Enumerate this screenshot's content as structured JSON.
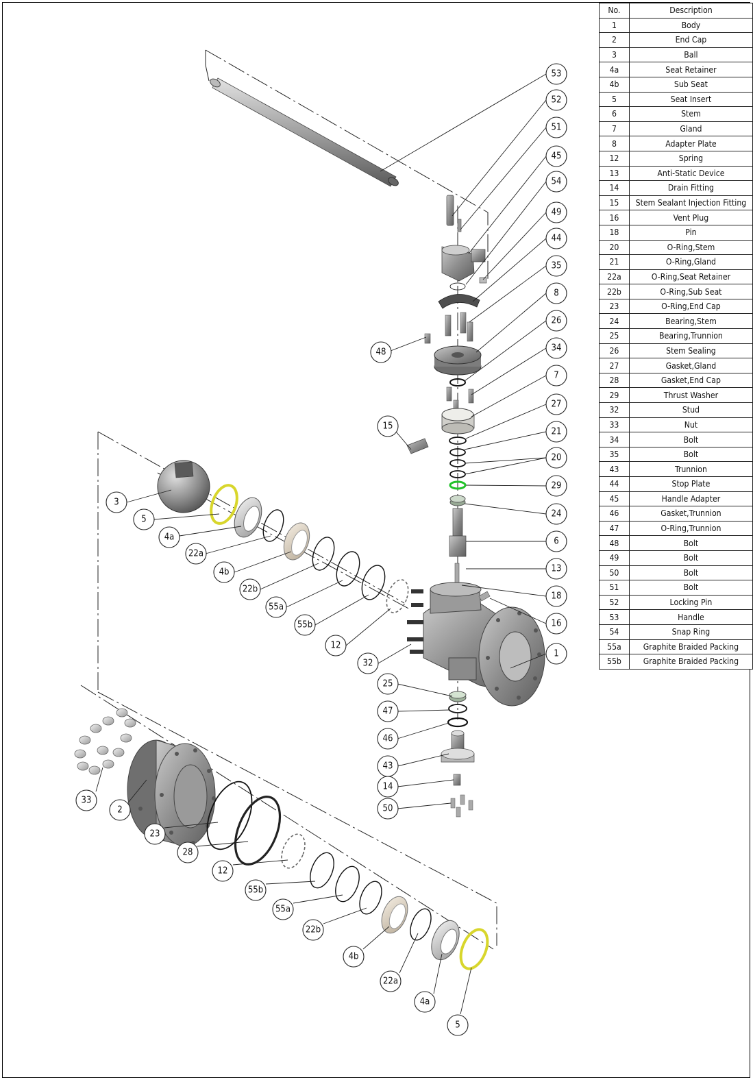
{
  "table": {
    "headers": {
      "no": "No.",
      "description": "Description"
    },
    "rows": [
      {
        "no": "1",
        "desc": "Body"
      },
      {
        "no": "2",
        "desc": "End Cap"
      },
      {
        "no": "3",
        "desc": "Ball"
      },
      {
        "no": "4a",
        "desc": "Seat Retainer"
      },
      {
        "no": "4b",
        "desc": "Sub Seat"
      },
      {
        "no": "5",
        "desc": "Seat Insert"
      },
      {
        "no": "6",
        "desc": "Stem"
      },
      {
        "no": "7",
        "desc": "Gland"
      },
      {
        "no": "8",
        "desc": "Adapter Plate"
      },
      {
        "no": "12",
        "desc": "Spring"
      },
      {
        "no": "13",
        "desc": "Anti-Static Device"
      },
      {
        "no": "14",
        "desc": "Drain Fitting"
      },
      {
        "no": "15",
        "desc": "Stem Sealant Injection Fitting"
      },
      {
        "no": "16",
        "desc": "Vent Plug"
      },
      {
        "no": "18",
        "desc": "Pin"
      },
      {
        "no": "20",
        "desc": "O-Ring,Stem"
      },
      {
        "no": "21",
        "desc": "O-Ring,Gland"
      },
      {
        "no": "22a",
        "desc": "O-Ring,Seat Retainer"
      },
      {
        "no": "22b",
        "desc": "O-Ring,Sub Seat"
      },
      {
        "no": "23",
        "desc": "O-Ring,End Cap"
      },
      {
        "no": "24",
        "desc": "Bearing,Stem"
      },
      {
        "no": "25",
        "desc": "Bearing,Trunnion"
      },
      {
        "no": "26",
        "desc": "Stem Sealing"
      },
      {
        "no": "27",
        "desc": "Gasket,Gland"
      },
      {
        "no": "28",
        "desc": "Gasket,End Cap"
      },
      {
        "no": "29",
        "desc": "Thrust Washer"
      },
      {
        "no": "32",
        "desc": "Stud"
      },
      {
        "no": "33",
        "desc": "Nut"
      },
      {
        "no": "34",
        "desc": "Bolt"
      },
      {
        "no": "35",
        "desc": "Bolt"
      },
      {
        "no": "43",
        "desc": "Trunnion"
      },
      {
        "no": "44",
        "desc": "Stop Plate"
      },
      {
        "no": "45",
        "desc": "Handle Adapter"
      },
      {
        "no": "46",
        "desc": "Gasket,Trunnion"
      },
      {
        "no": "47",
        "desc": "O-Ring,Trunnion"
      },
      {
        "no": "48",
        "desc": "Bolt"
      },
      {
        "no": "49",
        "desc": "Bolt"
      },
      {
        "no": "50",
        "desc": "Bolt"
      },
      {
        "no": "51",
        "desc": "Bolt"
      },
      {
        "no": "52",
        "desc": "Locking Pin"
      },
      {
        "no": "53",
        "desc": "Handle"
      },
      {
        "no": "54",
        "desc": "Snap Ring"
      },
      {
        "no": "55a",
        "desc": "Graphite Braided Packing"
      },
      {
        "no": "55b",
        "desc": "Graphite Braided Packing"
      }
    ]
  },
  "callouts": {
    "c53": "53",
    "c52": "52",
    "c51": "51",
    "c45": "45",
    "c54": "54",
    "c49": "49",
    "c44": "44",
    "c35": "35",
    "c8": "8",
    "c26": "26",
    "c34": "34",
    "c7": "7",
    "c27": "27",
    "c21": "21",
    "c20": "20",
    "c29": "29",
    "c24": "24",
    "c6": "6",
    "c13": "13",
    "c18": "18",
    "c16": "16",
    "c1": "1",
    "c48": "48",
    "c15": "15",
    "c25": "25",
    "c47": "47",
    "c46": "46",
    "c43": "43",
    "c14": "14",
    "c50": "50",
    "c3": "3",
    "c5a": "5",
    "c4a_a": "4a",
    "c22a_a": "22a",
    "c4b_a": "4b",
    "c22b_a": "22b",
    "c55a_a": "55a",
    "c55b_a": "55b",
    "c12_a": "12",
    "c32": "32",
    "c33": "33",
    "c2": "2",
    "c23": "23",
    "c28": "28",
    "c12_b": "12",
    "c55b_b": "55b",
    "c55a_b": "55a",
    "c22b_b": "22b",
    "c4b_b": "4b",
    "c22a_b": "22a",
    "c4a_b": "4a",
    "c5b": "5"
  }
}
